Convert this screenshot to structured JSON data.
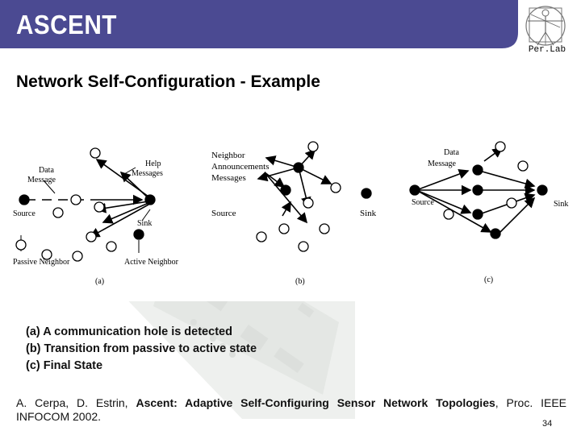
{
  "header": {
    "title": "ASCENT",
    "logo_text": "Per.Lab",
    "band_color": "#4b4a92"
  },
  "slide": {
    "subtitle": "Network Self-Configuration - Example",
    "page_number": "34"
  },
  "diagram": {
    "panel_a": {
      "data_message": [
        "Data",
        "Message"
      ],
      "help_messages": [
        "Help",
        "Messages"
      ],
      "source": "Source",
      "sink": "Sink",
      "passive_neighbor": "Passive Neighbor",
      "active_neighbor": "Active Neighbor",
      "label": "(a)"
    },
    "panel_b": {
      "announcements": [
        "Neighbor",
        "Announcements",
        "Messages"
      ],
      "source": "Source",
      "sink": "Sink",
      "label": "(b)"
    },
    "panel_c": {
      "data_message": [
        "Data",
        "Message"
      ],
      "source": "Source",
      "sink": "Sink",
      "label": "(c)"
    }
  },
  "captions": [
    "(a) A communication hole is detected",
    "(b) Transition from passive to active state",
    "(c) Final State"
  ],
  "citation": {
    "authors": "A. Cerpa, D. Estrin, ",
    "title": "Ascent: Adaptive Self-Configuring Sensor Network Topologies",
    "venue": ", Proc. IEEE INFOCOM 2002."
  }
}
